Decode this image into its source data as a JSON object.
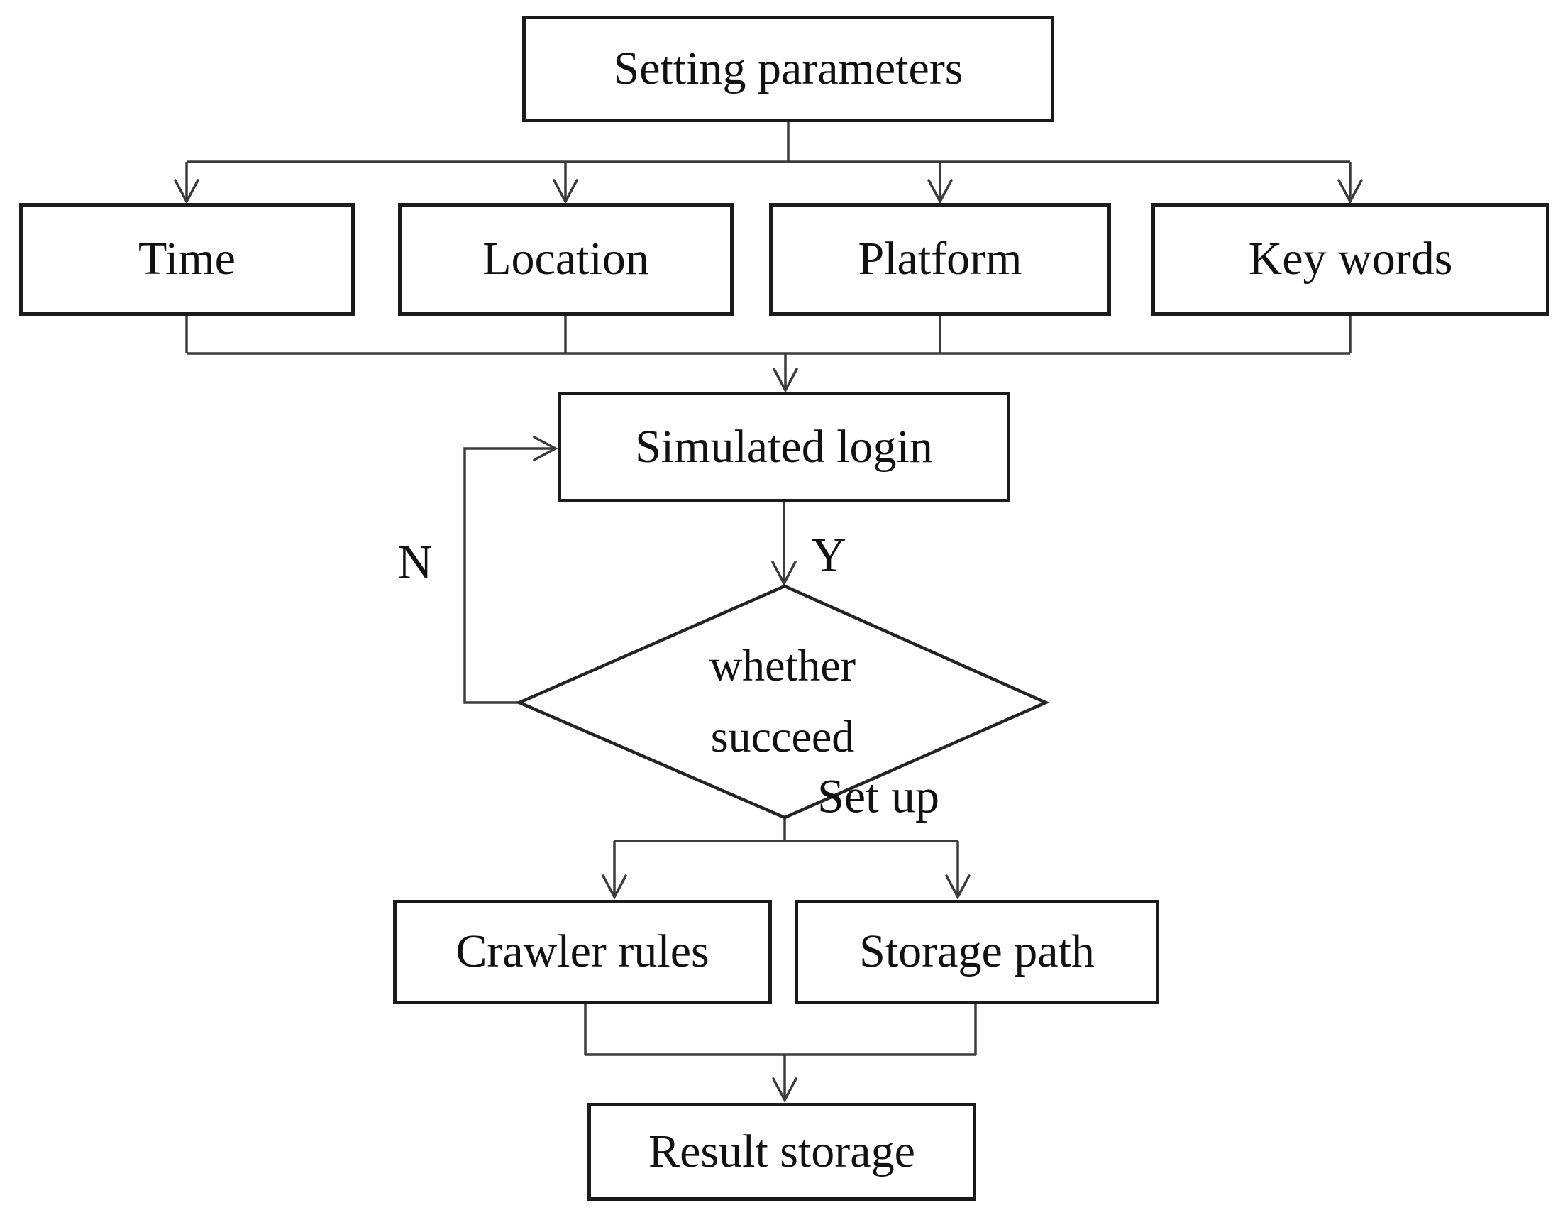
{
  "diagram": {
    "type": "flowchart",
    "colors": {
      "ink": "#1b1b1b",
      "wire": "#3b3b3b",
      "background": "#ffffff"
    },
    "nodes": {
      "setting_parameters": "Setting parameters",
      "time": "Time",
      "location": "Location",
      "platform": "Platform",
      "key_words": "Key words",
      "simulated_login": "Simulated login",
      "decision": {
        "line1": "whether",
        "line2": "succeed"
      },
      "crawler_rules": "Crawler rules",
      "storage_path": "Storage path",
      "result_storage": "Result storage"
    },
    "edge_labels": {
      "no": "N",
      "yes": "Y",
      "set_up": "Set up"
    }
  }
}
